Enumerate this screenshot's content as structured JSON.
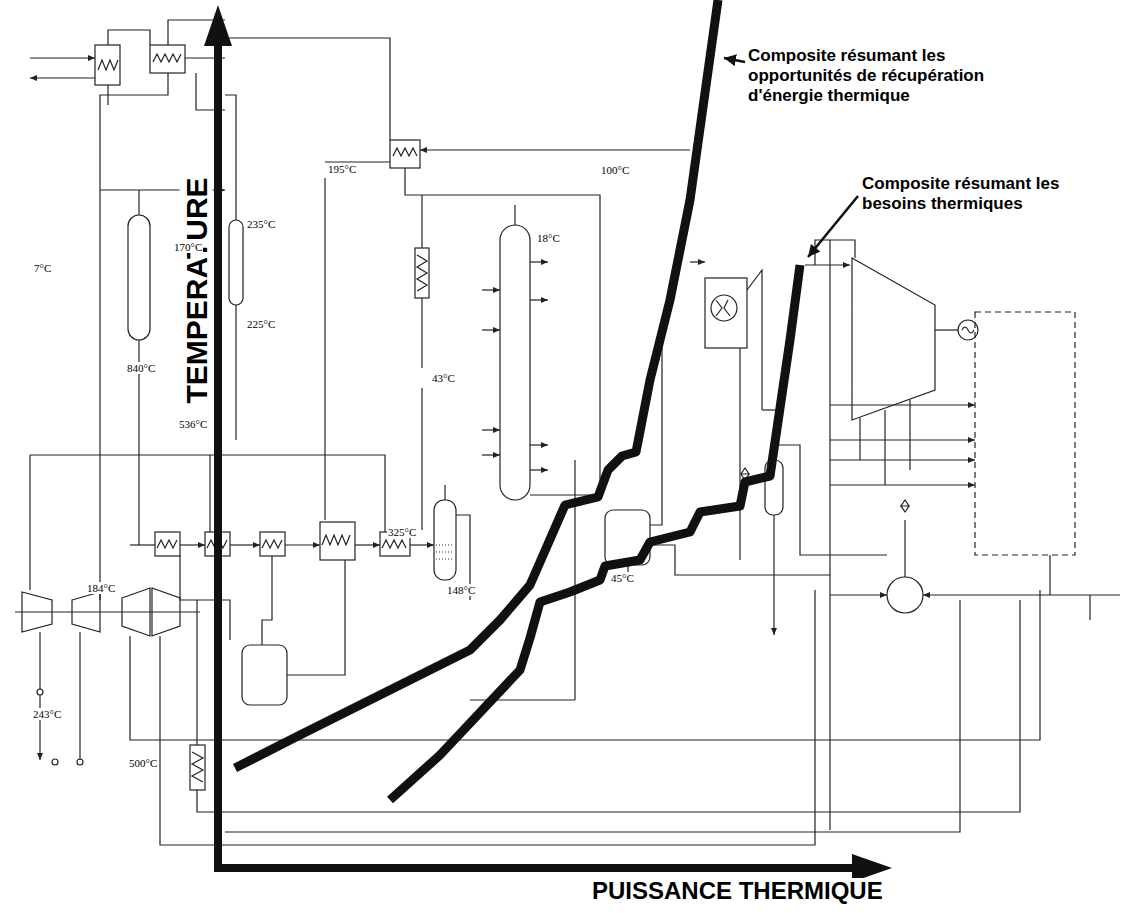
{
  "diagram": {
    "labels": [
      "Composite résumant les opportunités de récupération d'énergie thermique",
      "Composite résumant les besoins thermiques",
      "TEMPERATURE",
      "PUISSANCE THERMIQUE",
      "7°C",
      "170°C",
      "235°C",
      "225°C",
      "840°C",
      "536°C",
      "195°C",
      "100°C",
      "18°C",
      "43°C",
      "325°C",
      "148°C",
      "45°C",
      "184°C",
      "243°C",
      "500°C"
    ]
  }
}
